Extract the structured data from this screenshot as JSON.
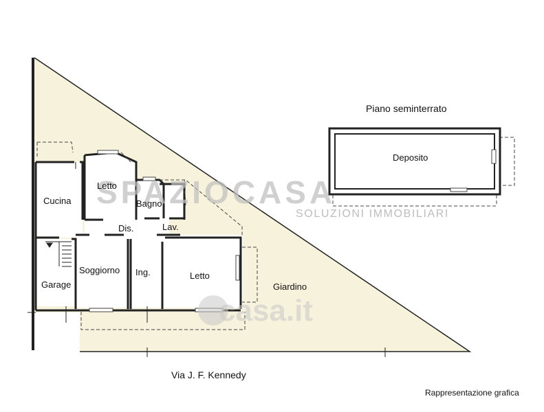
{
  "watermark": {
    "brand": "SPAZIOCASA",
    "tagline": "SOLUZIONI IMMOBILIARI",
    "site": "casa.it"
  },
  "floors": {
    "basement_title": "Piano seminterrato"
  },
  "rooms": {
    "deposito": "Deposito",
    "cucina": "Cucina",
    "letto_1": "Letto",
    "bagno": "Bagno",
    "dis": "Dis.",
    "lav": "Lav.",
    "soggiorno": "Soggiorno",
    "ing": "Ing.",
    "letto_2": "Letto",
    "garage": "Garage",
    "giardino": "Giardino"
  },
  "street": "Via J. F. Kennedy",
  "note": "Rappresentazione grafica",
  "colors": {
    "garden_fill": "#f6f2dc",
    "wall": "#222222",
    "watermark": "#c4c4c4"
  }
}
